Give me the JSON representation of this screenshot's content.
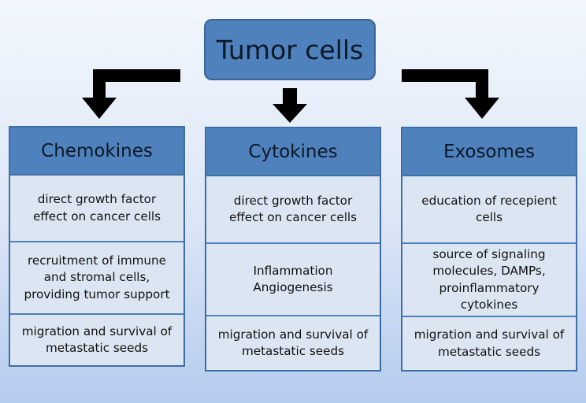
{
  "top_node": {
    "label": "Tumor cells"
  },
  "columns": [
    {
      "title": "Chemokines",
      "cells": [
        "direct growth factor\neffect on cancer cells",
        "recruitment of immune\nand stromal cells,\nproviding tumor support",
        "migration and survival of\nmetastatic seeds"
      ]
    },
    {
      "title": "Cytokines",
      "cells": [
        "direct growth factor\neffect on cancer cells",
        "Inflammation\nAngiogenesis",
        "migration and survival of\nmetastatic seeds"
      ]
    },
    {
      "title": "Exosomes",
      "cells": [
        "education of recepient\ncells",
        "source of signaling\nmolecules, DAMPs,\nproinflammatory\ncytokines",
        "migration and survival of\nmetastatic seeds"
      ]
    }
  ],
  "colors": {
    "box_fill": "#4f81bd",
    "box_border": "#3f6ea6",
    "cell_fill": "#dce6f2",
    "arrow": "#000000"
  }
}
